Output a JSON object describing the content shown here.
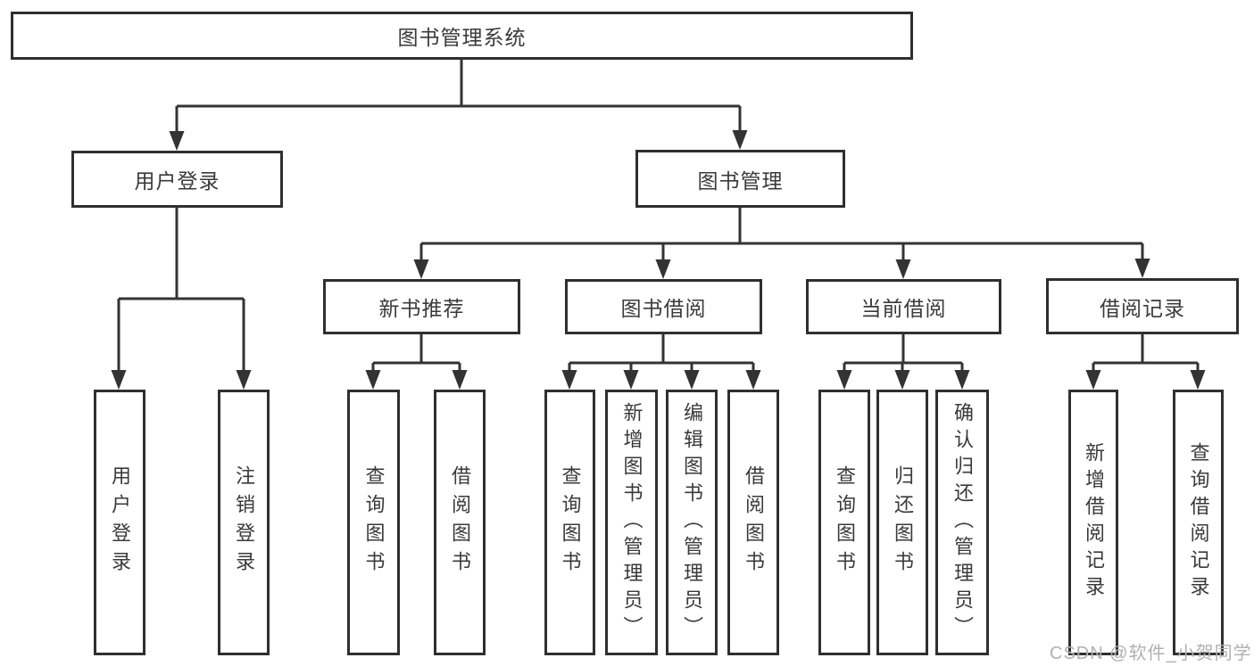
{
  "diagram": {
    "type": "hierarchy-tree",
    "root": "图书管理系统",
    "level2": {
      "user_login": "用户登录",
      "book_mgmt": "图书管理"
    },
    "level3": {
      "new_book_rec": "新书推荐",
      "book_borrow": "图书借阅",
      "current_borrow": "当前借阅",
      "borrow_records": "借阅记录"
    },
    "leaves": {
      "user_login_leaf": "用户登录",
      "logout_leaf": "注销登录",
      "rec_query_book": "查询图书",
      "rec_borrow_book": "借阅图书",
      "bor_query_book": "查询图书",
      "bor_add_book_admin": "新增图书（管理员）",
      "bor_edit_book_admin": "编辑图书（管理员）",
      "bor_borrow_book": "借阅图书",
      "cur_query_book": "查询图书",
      "cur_return_book": "归还图书",
      "cur_confirm_return_admin": "确认归还（管理员）",
      "rec_add_record": "新增借阅记录",
      "rec_query_record": "查询借阅记录"
    },
    "hierarchy": {
      "图书管理系统": [
        "用户登录",
        "图书管理"
      ],
      "用户登录": [
        "用户登录",
        "注销登录"
      ],
      "图书管理": [
        "新书推荐",
        "图书借阅",
        "当前借阅",
        "借阅记录"
      ],
      "新书推荐": [
        "查询图书",
        "借阅图书"
      ],
      "图书借阅": [
        "查询图书",
        "新增图书（管理员）",
        "编辑图书（管理员）",
        "借阅图书"
      ],
      "当前借阅": [
        "查询图书",
        "归还图书",
        "确认归还（管理员）"
      ],
      "借阅记录": [
        "新增借阅记录",
        "查询借阅记录"
      ]
    }
  },
  "watermark": "CSDN @软件_小贺同学",
  "colors": {
    "line": "#333333",
    "border": "#2f2f2f",
    "text": "#3a3a3a",
    "watermark": "#b0b0b0",
    "background": "#ffffff"
  }
}
